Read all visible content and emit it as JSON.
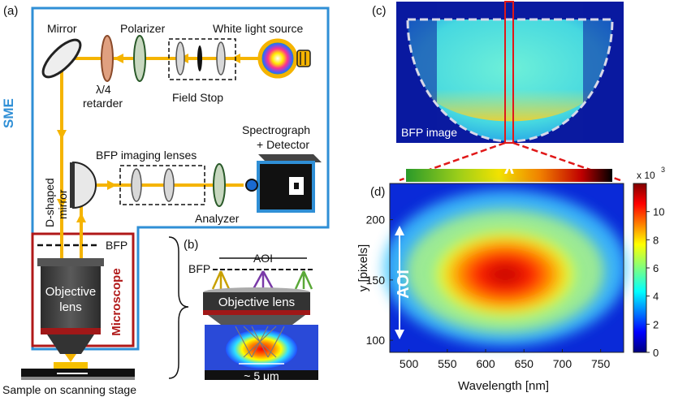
{
  "panels": {
    "a": "(a)",
    "b": "(b)",
    "c": "(c)",
    "d": "(d)"
  },
  "setup": {
    "mirror": "Mirror",
    "polarizer": "Polarizer",
    "light_source": "White light source",
    "retarder_line1": "λ/4",
    "retarder_line2": "retarder",
    "field_stop": "Field Stop",
    "sme": "SME",
    "spectrograph_line1": "Spectrograph",
    "spectrograph_line2": "+ Detector",
    "bfp_lenses": "BFP imaging lenses",
    "dmirror_line1": "D-shaped",
    "dmirror_line2": "mirror",
    "analyzer": "Analyzer",
    "bfp": "BFP",
    "microscope": "Microscope",
    "objective_line1": "Objective",
    "objective_line2": "lens",
    "sample": "Sample on scanning stage"
  },
  "inset_b": {
    "aoi": "AOI",
    "bfp": "BFP",
    "objective": "Objective lens",
    "spot": "~ 5 μm"
  },
  "panel_c": {
    "caption": "BFP image",
    "lambda": "λ"
  },
  "colors": {
    "beam": "#f5b400",
    "sme_box": "#2f8fd6",
    "microscope_box": "#b01818"
  },
  "chart_data": {
    "type": "heatmap",
    "xlabel": "Wavelength [nm]",
    "ylabel": "y [pixels]",
    "xlim": [
      475,
      780
    ],
    "ylim": [
      90,
      230
    ],
    "xticks": [
      "500",
      "550",
      "600",
      "650",
      "700",
      "750"
    ],
    "yticks": [
      "100",
      "150",
      "200"
    ],
    "annotation": "AOI",
    "colorbar": {
      "scale": "x 10",
      "exponent": "3",
      "min": 0,
      "max": 12,
      "ticks": [
        "0",
        "2",
        "4",
        "6",
        "8",
        "10"
      ]
    },
    "hotspot": {
      "x_center": 610,
      "y_center": 150,
      "peak": 11
    }
  }
}
